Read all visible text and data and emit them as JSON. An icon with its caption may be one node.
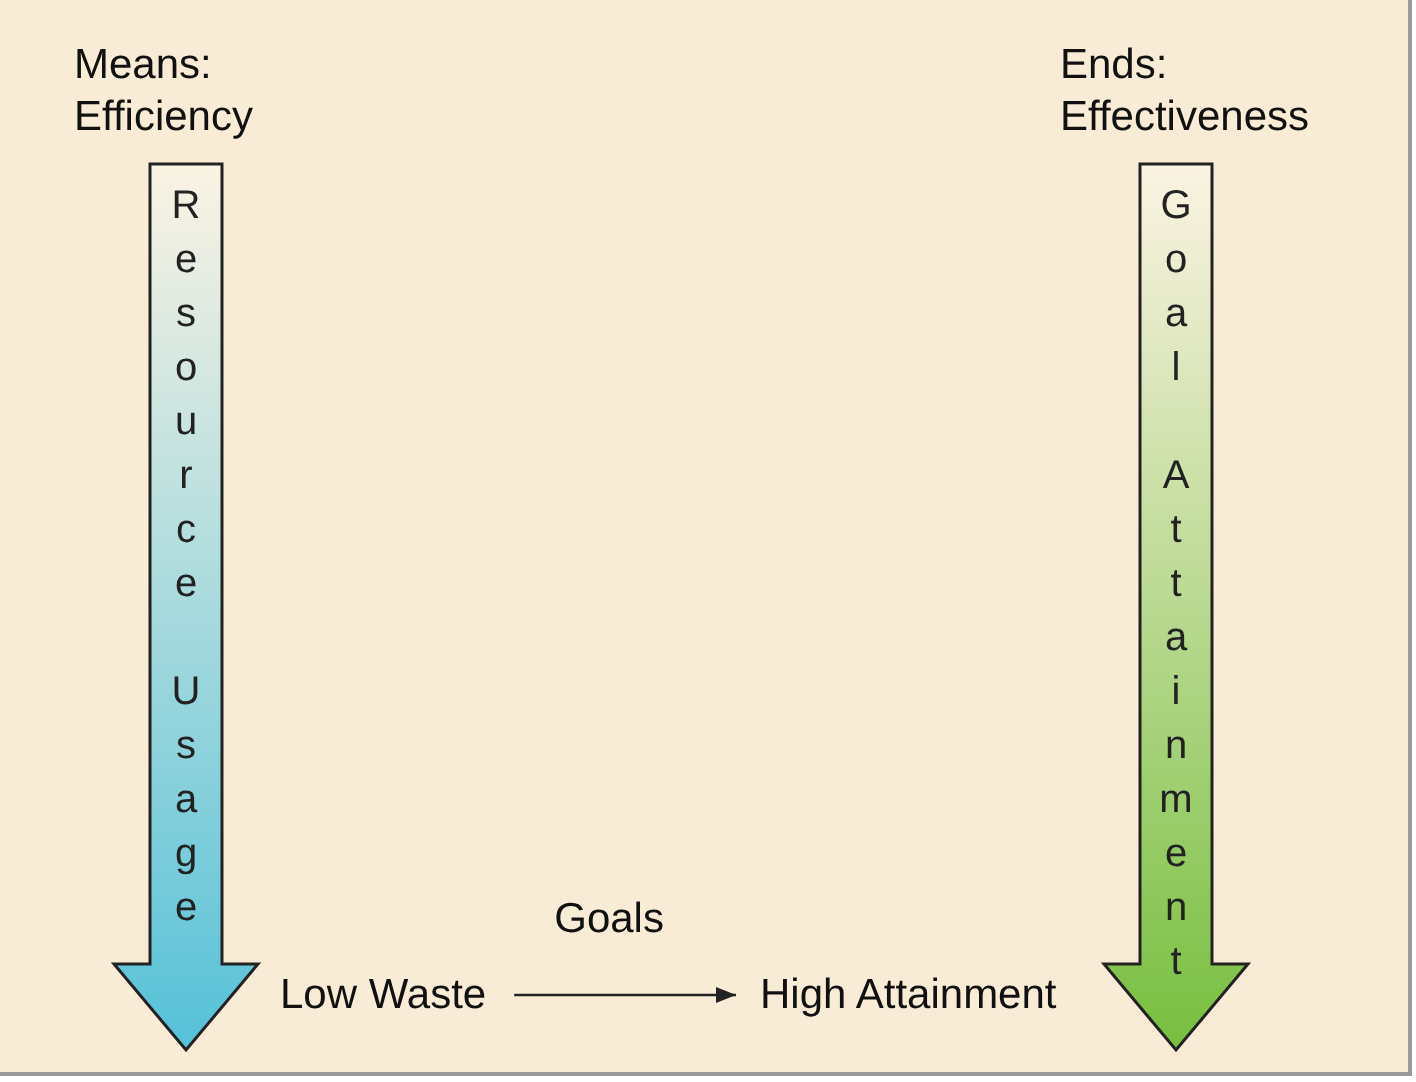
{
  "diagram": {
    "nodes": [
      {
        "text": [
          "Means: Efficiency",
          "Resource Usage"
        ]
      },
      {
        "text": [
          "Ends: Effectiveness",
          "Goal Attainment"
        ]
      },
      {
        "text": [
          "Low Waste"
        ]
      },
      {
        "text": [
          "High Attainment"
        ]
      }
    ],
    "edges": [
      {
        "from": 2,
        "to": 3,
        "arrow": "to",
        "label": "Goals"
      }
    ]
  }
}
